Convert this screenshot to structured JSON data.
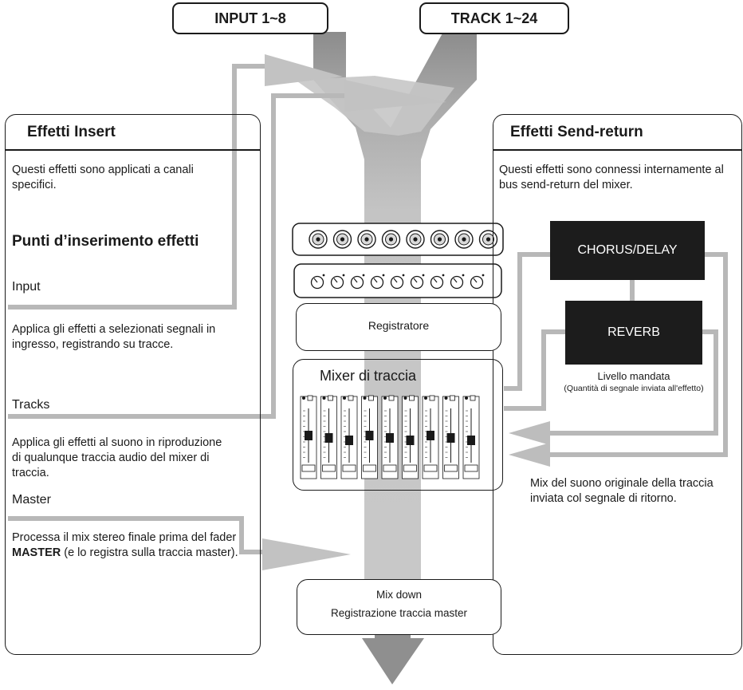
{
  "sources": {
    "input": "INPUT 1~8",
    "track": "TRACK 1~24"
  },
  "insert_panel": {
    "title": "Effetti Insert",
    "description": "Questi effetti sono applicati a canali specifici.",
    "points_heading": "Punti d’inserimento effetti",
    "points": [
      {
        "name": "Input",
        "description": "Applica gli effetti a selezionati segnali in ingresso, registrando su tracce."
      },
      {
        "name": "Tracks",
        "description": "Applica gli effetti al suono in riproduzione di qualunque traccia audio del mixer di traccia."
      },
      {
        "name": "Master",
        "description_before": "Processa il mix stereo finale prima del fader ",
        "description_bold": "MASTER",
        "description_after": " (e lo registra sulla traccia master)."
      }
    ]
  },
  "send_panel": {
    "title": "Effetti Send-return",
    "description": "Questi effetti sono connessi internamente al bus send-return del mixer.",
    "effects": [
      "CHORUS/DELAY",
      "REVERB"
    ],
    "send_level": "Livello mandata",
    "send_level_note": "(Quantità di segnale inviata all'effetto)",
    "return_note": "Mix del suono originale della traccia inviata col segnale di ritorno."
  },
  "center": {
    "recorder": "Registratore",
    "mixer": "Mixer di traccia",
    "mixdown_1": "Mix down",
    "mixdown_2": "Registrazione traccia master"
  },
  "colors": {
    "flow_band": "#bdbdbd",
    "flow_band_dark": "#8f8f8f",
    "connector": "#b8b8b8",
    "effect_box": "#1c1c1c"
  },
  "icons": [
    "input-jack-icon",
    "gain-knob-icon",
    "channel-fader-icon"
  ]
}
